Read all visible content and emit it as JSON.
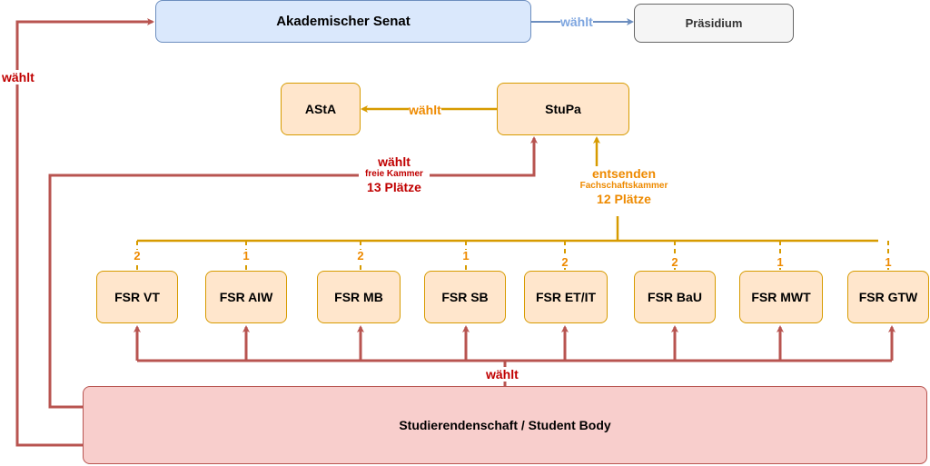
{
  "nodes": {
    "senat": "Akademischer Senat",
    "praesidium": "Präsidium",
    "asta": "AStA",
    "stupa": "StuPa",
    "student_body": "Studierendenschaft / Student Body"
  },
  "fsr": [
    {
      "label": "FSR VT",
      "seats": "2"
    },
    {
      "label": "FSR AIW",
      "seats": "1"
    },
    {
      "label": "FSR MB",
      "seats": "2"
    },
    {
      "label": "FSR SB",
      "seats": "1"
    },
    {
      "label": "FSR ET/IT",
      "seats": "2"
    },
    {
      "label": "FSR BaU",
      "seats": "2"
    },
    {
      "label": "FSR MWT",
      "seats": "1"
    },
    {
      "label": "FSR GTW",
      "seats": "1"
    }
  ],
  "labels": {
    "senat_to_praesidium": "wählt",
    "stupa_to_asta": "wählt",
    "body_to_senat": "wählt",
    "free_chamber_verb": "wählt",
    "free_chamber_name": "freie Kammer",
    "free_chamber_seats": "13 Plätze",
    "faculty_chamber_verb": "entsenden",
    "faculty_chamber_name": "Fachschaftskammer",
    "faculty_chamber_seats": "12 Plätze",
    "body_to_fsr": "wählt"
  },
  "colors": {
    "red_edge": "#b85450",
    "red_text": "#c00000",
    "orange_edge": "#d79b00",
    "orange_text": "#ee8a00",
    "blue_edge": "#6c8ebf",
    "blue_text": "#7ea6e0"
  }
}
